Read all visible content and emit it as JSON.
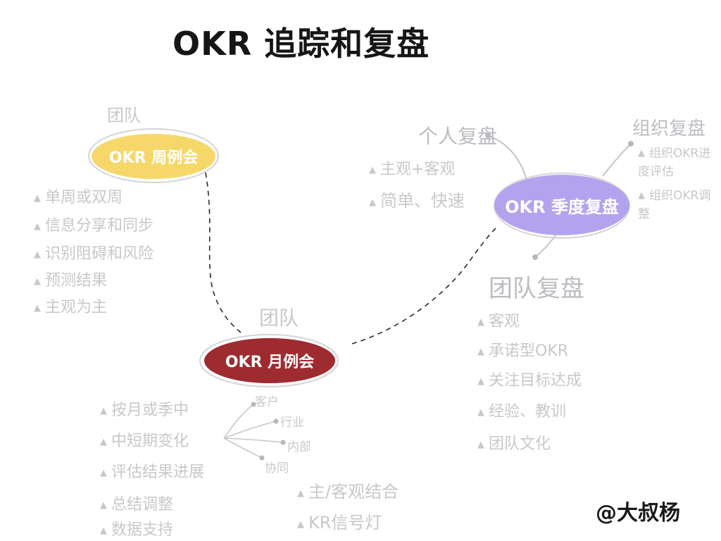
{
  "title": "OKR 追踪和复盘",
  "signature": "@大叔杨",
  "weekly": {
    "team_tag": "团队",
    "label": "OKR 周例会",
    "items": [
      "单周或双周",
      "信息分享和同步",
      "识别阻碍和风险",
      "预测结果",
      "主观为主"
    ]
  },
  "monthly": {
    "team_tag": "团队",
    "label": "OKR 月例会",
    "items": [
      "按月或季中",
      "中短期变化",
      "评估结果进展",
      "总结调整",
      "数据支持"
    ],
    "change_branches": [
      "客户",
      "行业",
      "内部",
      "协同"
    ],
    "right_items": [
      "主/客观结合",
      "KR信号灯"
    ]
  },
  "quarterly": {
    "label": "OKR 季度复盘",
    "personal": {
      "label": "个人复盘",
      "items": [
        "主观+客观",
        "简单、快速"
      ]
    },
    "org": {
      "label": "组织复盘",
      "items": [
        "组织OKR进度评估",
        "组织OKR调整"
      ]
    },
    "team": {
      "label": "团队复盘",
      "items": [
        "客观",
        "承诺型OKR",
        "关注目标达成",
        "经验、教训",
        "团队文化"
      ]
    }
  },
  "colors": {
    "weekly_fill": "#f6d86a",
    "monthly_fill": "#9e2b2f",
    "quarterly_fill": "#b3a3ee",
    "annotation_gray": "#c8c8cc",
    "outline": "#d0d0d4"
  }
}
